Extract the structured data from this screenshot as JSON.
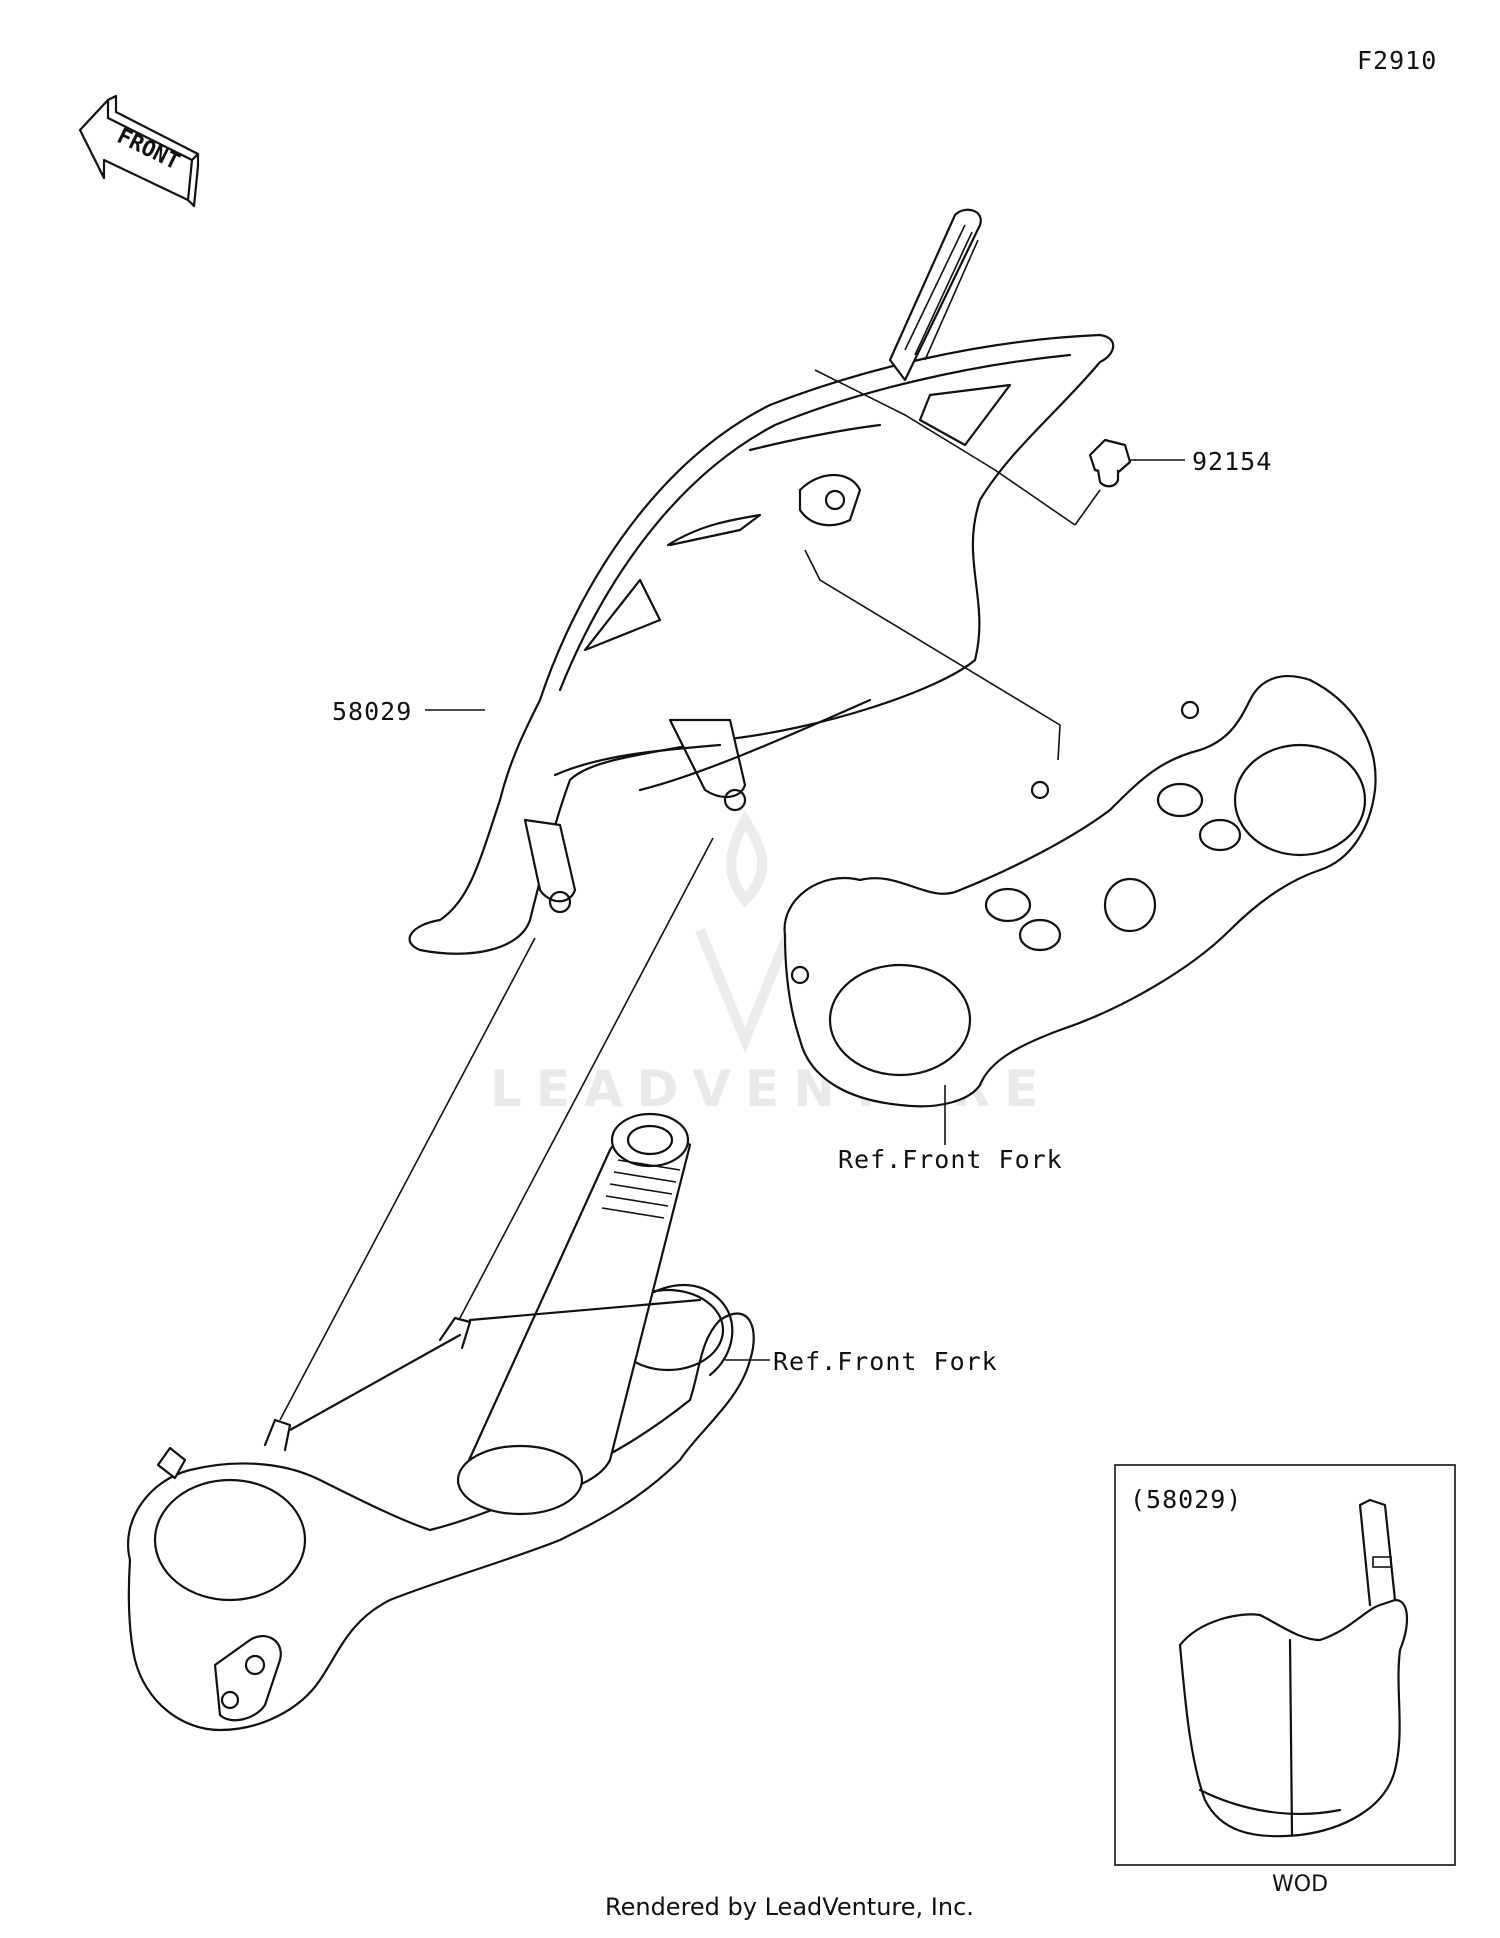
{
  "diagram": {
    "code": "F2910",
    "direction_label": "FRONT",
    "watermark": "LEADVENTURE",
    "parts": [
      {
        "number": "92154"
      },
      {
        "number": "58029"
      }
    ],
    "references": [
      {
        "text": "Ref.Front Fork"
      },
      {
        "text": "Ref.Front Fork"
      }
    ],
    "inset": {
      "title": "(58029)",
      "caption": "WOD"
    },
    "footer": "Rendered by LeadVenture, Inc."
  }
}
